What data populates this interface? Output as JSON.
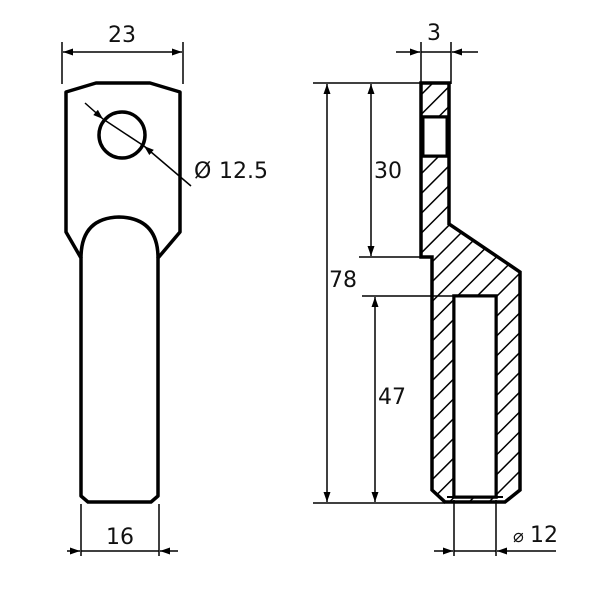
{
  "drawing": {
    "type": "technical-drawing",
    "colors": {
      "line": "#000000",
      "text": "#111111",
      "background": "#ffffff"
    },
    "front_view": {
      "dimensions": {
        "top_width": {
          "label": "23",
          "value": 23
        },
        "bottom_width": {
          "label": "16",
          "value": 16
        },
        "hole_diameter": {
          "symbol": "Ø",
          "value_text": "12.5",
          "value": 12.5
        }
      }
    },
    "section_view": {
      "hatch": "diagonal",
      "dimensions": {
        "wall_thickness": {
          "label": "3",
          "value": 3
        },
        "upper_length": {
          "label": "30",
          "value": 30
        },
        "total_length": {
          "label": "78",
          "value": 78
        },
        "bore_depth": {
          "label": "47",
          "value": 47
        },
        "bore_diameter": {
          "symbol": "⌀",
          "value_text": "12",
          "value": 12
        }
      }
    }
  }
}
